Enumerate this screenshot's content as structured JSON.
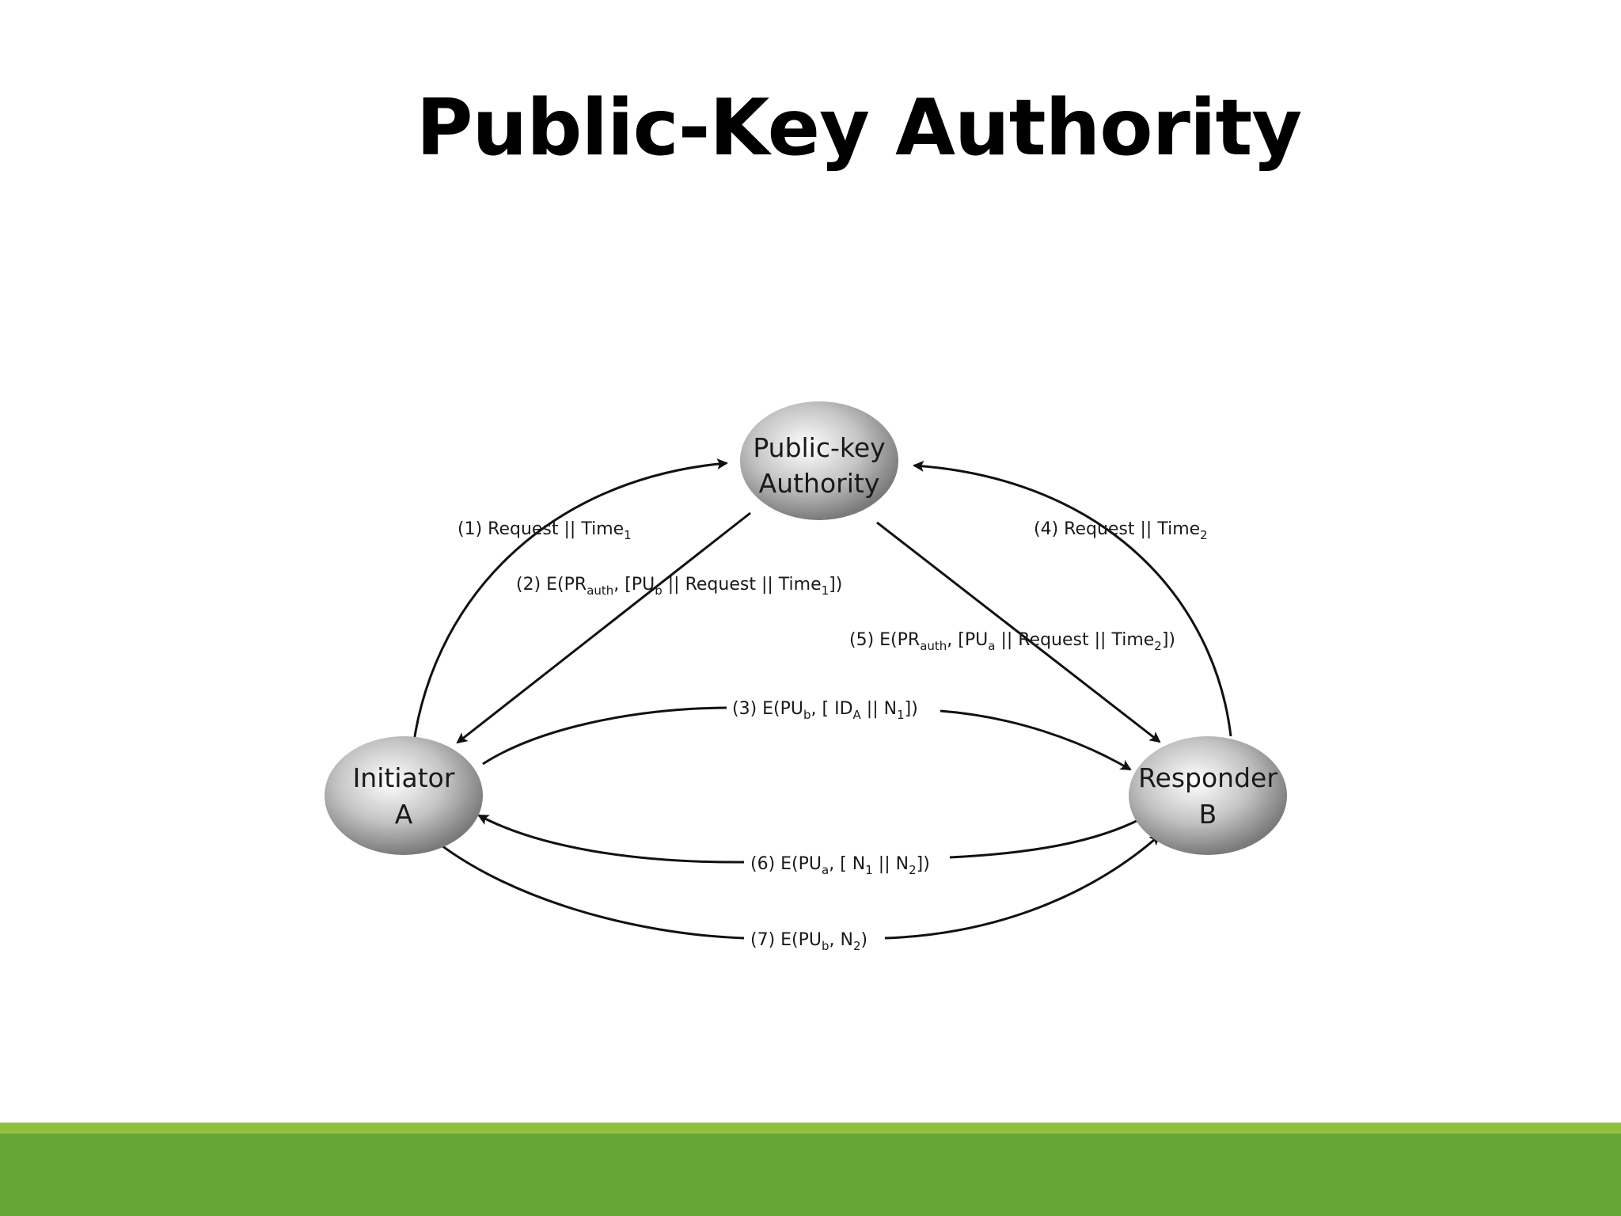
{
  "title": "Public-Key Authority",
  "nodes": {
    "authority": {
      "line1": "Public-key",
      "line2": "Authority"
    },
    "initiator": {
      "line1": "Initiator",
      "line2": "A"
    },
    "responder": {
      "line1": "Responder",
      "line2": "B"
    }
  },
  "messages": {
    "m1": {
      "a": "(1)  Request || Time",
      "s1": "1"
    },
    "m2": {
      "a": "(2) E(PR",
      "s1": "auth",
      "b": ", [PU",
      "s2": "b",
      "c": " || Request || Time",
      "s3": "1",
      "d": "])"
    },
    "m3": {
      "a": "(3) E(PU",
      "s1": "b",
      "b": ", [ ID",
      "s2": "A",
      "c": " || N",
      "s3": "1",
      "d": "])"
    },
    "m4": {
      "a": "(4)  Request || Time",
      "s1": "2"
    },
    "m5": {
      "a": "(5) E(PR",
      "s1": "auth",
      "b": ", [PU",
      "s2": "a",
      "c": " || Request || Time",
      "s3": "2",
      "d": "])"
    },
    "m6": {
      "a": "(6) E(PU",
      "s1": "a",
      "b": ", [ N",
      "s2": "1",
      "c": " || N",
      "s3": "2",
      "d": "])"
    },
    "m7": {
      "a": "(7) E(PU",
      "s1": "b",
      "b": ", N",
      "s2": "2",
      "c": ")"
    }
  },
  "colors": {
    "band_light": "#8fc03f",
    "band_dark": "#67a535",
    "node_fill": "#b8b8b8"
  }
}
